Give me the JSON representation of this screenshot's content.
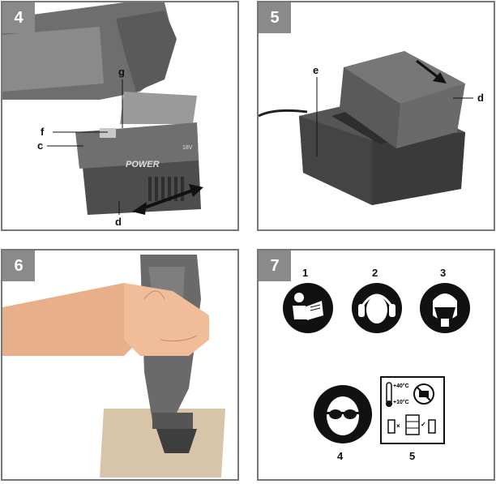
{
  "panels": [
    {
      "number": "4",
      "labels": {
        "g": "g",
        "f": "f",
        "c": "c",
        "d": "d"
      },
      "battery_text": "POWER",
      "battery_small": "18V"
    },
    {
      "number": "5",
      "labels": {
        "e": "e",
        "d": "d"
      }
    },
    {
      "number": "6"
    },
    {
      "number": "7",
      "icons": [
        {
          "num": "1",
          "icon": "read-manual-icon"
        },
        {
          "num": "2",
          "icon": "ear-protection-icon"
        },
        {
          "num": "3",
          "icon": "dust-mask-icon"
        },
        {
          "num": "4",
          "icon": "eye-protection-icon"
        },
        {
          "num": "5",
          "icon": "battery-storage-icon"
        }
      ],
      "temp_high": "+40°C",
      "temp_low": "+10°C"
    }
  ]
}
